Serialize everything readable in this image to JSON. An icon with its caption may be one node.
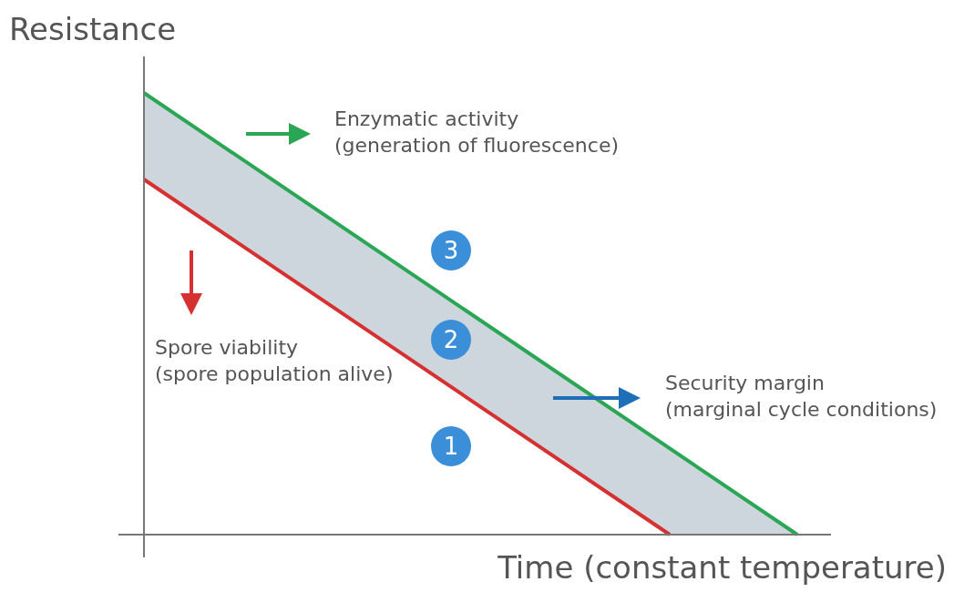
{
  "diagram": {
    "nodes": [
      {
        "text": [
          "3"
        ]
      },
      {
        "text": [
          "2"
        ]
      },
      {
        "text": [
          "1"
        ]
      }
    ],
    "labels": [
      "Resistance",
      "Enzymatic activity",
      "(generation of fluorescence)",
      "Spore viability",
      "(spore population alive)",
      "Security margin",
      "(marginal cycle conditions)",
      "Time (constant temperature)"
    ]
  }
}
